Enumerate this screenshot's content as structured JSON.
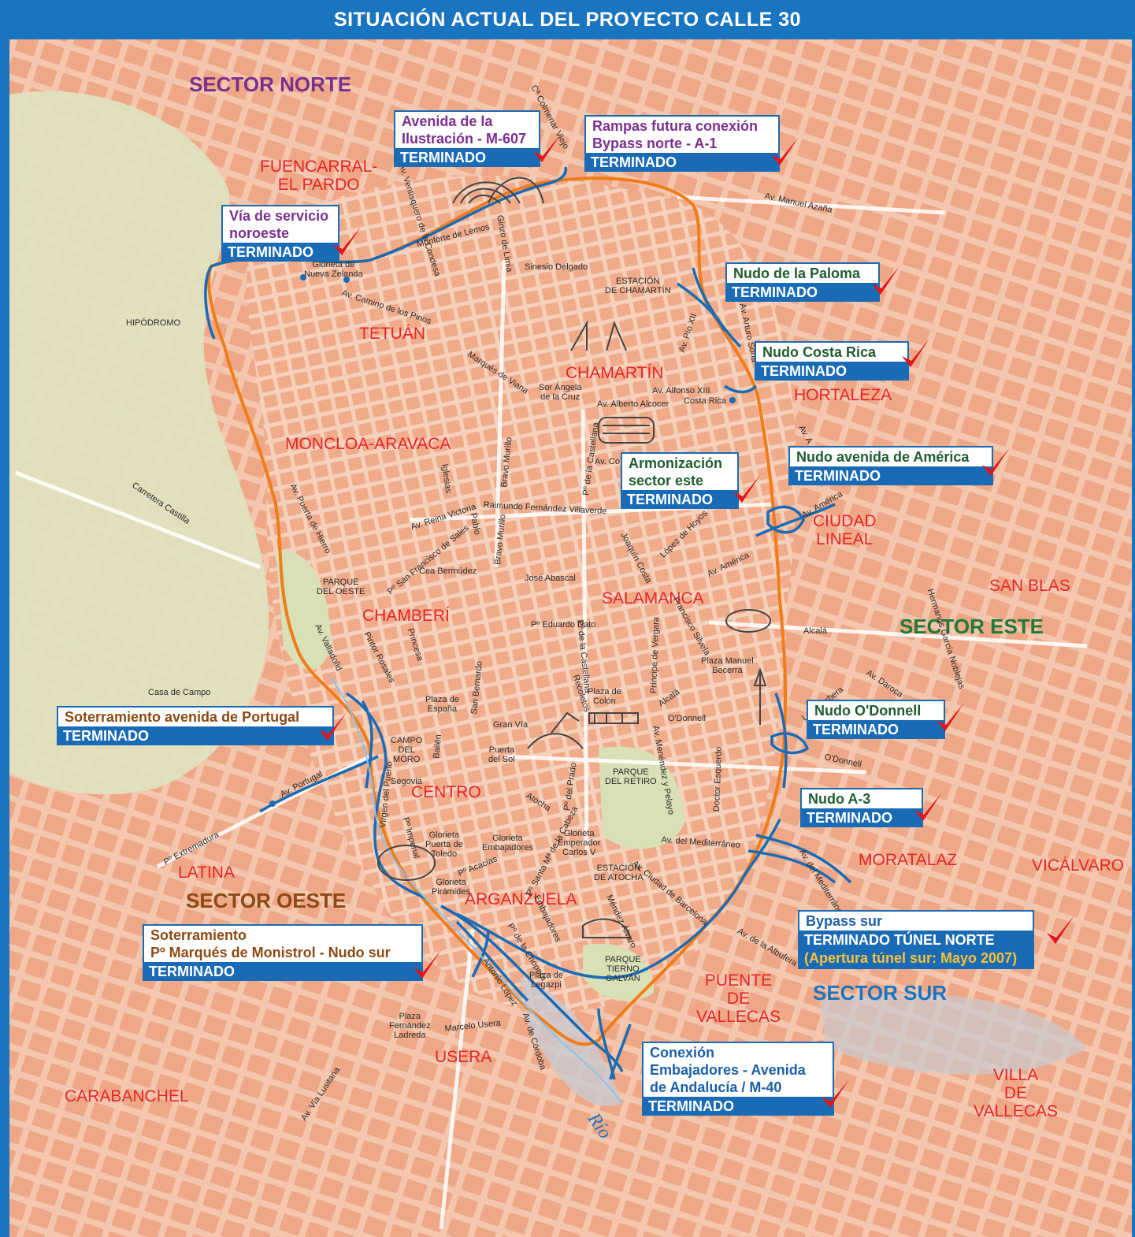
{
  "header": {
    "title": "SITUACIÓN ACTUAL DEL PROYECTO CALLE 30"
  },
  "colors": {
    "header_bg": "#1a75c0",
    "map_bg": "#f3c6ad",
    "block": "#efa887",
    "park": "#dfe3c1",
    "ring_orange": "#f07c1a",
    "ring_blue": "#1a6bb5",
    "district_red": "#e5262a",
    "sector_norte": "#7a2f8f",
    "sector_este": "#1f7a38",
    "sector_oeste": "#8b4a14",
    "sector_sur": "#1a75c0",
    "check_red": "#e3151b"
  },
  "sectors": {
    "norte": "SECTOR NORTE",
    "este": "SECTOR ESTE",
    "oeste": "SECTOR OESTE",
    "sur": "SECTOR SUR"
  },
  "districts": {
    "fuencarral": "FUENCARRAL-",
    "fuencarral2": "EL PARDO",
    "tetuan": "TETUÁN",
    "chamartin": "CHAMARTÍN",
    "hortaleza": "HORTALEZA",
    "moncloa": "MONCLOA-ARAVACA",
    "ciudad_lineal": "CIUDAD",
    "ciudad_lineal2": "LINEAL",
    "salamanca": "SALAMANCA",
    "chamberi": "CHAMBERÍ",
    "san_blas": "SAN BLAS",
    "centro": "CENTRO",
    "moratalaz": "MORATALAZ",
    "vicalvaro": "VICÁLVARO",
    "latina": "LATINA",
    "arganzuela": "ARGANZUELA",
    "puente_vallecas": "PUENTE",
    "puente_vallecas2": "DE",
    "puente_vallecas3": "VALLECAS",
    "usera": "USERA",
    "carabanchel": "CARABANCHEL",
    "villa_vallecas": "VILLA",
    "villa_vallecas2": "DE",
    "villa_vallecas3": "VALLECAS"
  },
  "places": {
    "hipodromo": "HIPÓDROMO",
    "estacion_chamartin": "ESTACIÓN",
    "estacion_chamartin2": "DE CHAMARTÍN",
    "parque_oeste": "PARQUE",
    "parque_oeste2": "DEL OESTE",
    "casa_campo": "Casa de Campo",
    "campo_moro": "CAMPO",
    "campo_moro2": "DEL",
    "campo_moro3": "MORO",
    "parque_retiro": "PARQUE",
    "parque_retiro2": "DEL RETIRO",
    "estacion_atocha": "ESTACIÓN",
    "estacion_atocha2": "DE ATOCHA",
    "parque_tierno": "PARQUE",
    "parque_tierno2": "TIERNO",
    "parque_tierno3": "GALVÁN",
    "plaza_espana": "Plaza de",
    "plaza_espana2": "España",
    "plaza_colon": "Plaza de",
    "plaza_colon2": "Colón",
    "puerta_sol": "Puerta",
    "puerta_sol2": "del Sol",
    "plaza_manuel_becerra": "Plaza Manuel",
    "plaza_manuel_becerra2": "Becerra",
    "glorieta_toledo": "Glorieta",
    "glorieta_toledo2": "Puerta de",
    "glorieta_toledo3": "Toledo",
    "glorieta_embajadores": "Glorieta",
    "glorieta_embajadores2": "Embajadores",
    "glorieta_carlos": "Glorieta",
    "glorieta_carlos2": "Emperador",
    "glorieta_carlos3": "Carlos V",
    "glorieta_piramides": "Glorieta",
    "glorieta_piramides2": "Pirámides",
    "plaza_legazpi": "Plaza de",
    "plaza_legazpi2": "Legazpi",
    "plaza_fernandez": "Plaza",
    "plaza_fernandez2": "Fernández",
    "plaza_fernandez3": "Ladreda",
    "glorieta_nz": "Glorieta de",
    "glorieta_nz2": "Nueva Zelanda",
    "rio": "Río"
  },
  "streets": {
    "colmenar": "Cª Colmenar Viejo",
    "ventisquero": "Av. Ventisquero de la Condesa",
    "monforte": "Monforte de Lemos",
    "ginzo": "Ginzo de Limia",
    "sinesio": "Sinesio Delgado",
    "manuel_azana": "Av. Manuel Azaña",
    "camino_pinos": "Av. Camino de los Pinos",
    "pio_xii": "Av. Pío XII",
    "arturo_soria": "Av. Arturo Soria",
    "marques_viana": "Marqués de Viana",
    "sor_angela": "Sor Ángela",
    "sor_angela2": "de la Cruz",
    "alfonso_xiii": "Av. Alfonso XIII",
    "alberto_alcocer": "Av. Alberto Alcocer",
    "costa_rica": "Costa Rica",
    "castellana": "Pº de la Castellana",
    "castellana2": "Pº de la Castellana",
    "av_concha": "Av. Co",
    "av_a": "Av. A",
    "iglesias": "Iglesias",
    "bravo_murillo": "Bravo Murillo",
    "bravo_murillo2": "Bravo Murillo",
    "carretera_castilla": "Carretera Castilla",
    "puerta_hierro": "Av. Puerta de Hierro",
    "reina_victoria": "Av. Reina Victoria",
    "raimundo": "Raimundo Fernández Villaverde",
    "pablo": "Pablo",
    "joaquin_costa": "Joaquín Costa",
    "lopez_hoyos": "López de Hoyos",
    "av_america": "Av. América",
    "av_america2": "Av. América",
    "san_francisco_sales": "Pº San Francisco de Sales",
    "cea_bermudez": "Cea Bermúdez",
    "jose_abascal": "José Abascal",
    "eduardo_dato": "Pº Eduardo Dato",
    "francisco_silvela": "Francisco Silvela",
    "alcala": "Alcalá",
    "alcala2": "Alcalá",
    "hermanos_garcia": "Hermanos García Noblejas",
    "valladolid": "Av. Valladolid",
    "pintor_rosales": "Pintor Rosales",
    "princesa": "Princesa",
    "san_bernardo": "San Bernardo",
    "principe_vergara": "Príncipe de Vergara",
    "recoletos": "Recoletos",
    "luis_corbera": "Luis Corbera",
    "daroca": "Av. Daroca",
    "odonnell": "O'Donnell",
    "odonnell2": "O'Donnell",
    "gran_via": "Gran Vía",
    "bailen": "Bailén",
    "segovia": "Segovia",
    "av_portugal": "Av. Portugal",
    "virgen_puerto": "Virgen del Puerto",
    "atocha": "Atocha",
    "pº_prado": "Pº del Prado",
    "menendez_pelayo": "Av. Menéndez y Pelayo",
    "doctor_esquerdo": "Doctor Esquerdo",
    "mediterraneo": "Av. del Mediterráneo",
    "mediterraneo2": "Av. del Mediterráneo",
    "extremadura": "Pº Extremadura",
    "imperial": "Pº Imperial",
    "acacias": "Pº Acacias",
    "santa_maria": "Pº Santa Mª de la Cabeza",
    "embajadores": "Embajadores",
    "ciudad_barcelona": "Av. Ciudad de Barcelona",
    "mendez_alvaro": "Méndez Álvaro",
    "albufera": "Av. de la Albufera",
    "chopera": "Pº de la Chopera",
    "antonio_lopez": "Antonio López",
    "marcelo_usera": "Marcelo Usera",
    "av_cordoba": "Av. de Córdoba",
    "via_lusitana": "Av. Vía Lusitana"
  },
  "boxes": {
    "ilustracion": {
      "title1": "Avenida de la",
      "title2": "Ilustración - M-607",
      "status": "TERMINADO"
    },
    "rampas": {
      "title1": "Rampas futura conexión",
      "title2": "Bypass norte - A-1",
      "status": "TERMINADO"
    },
    "via_servicio": {
      "title1": "Vía de servicio",
      "title2": "noroeste",
      "status": "TERMINADO"
    },
    "paloma": {
      "title1": "Nudo de la Paloma",
      "status": "TERMINADO"
    },
    "costa_rica": {
      "title1": "Nudo Costa Rica",
      "status": "TERMINADO"
    },
    "america": {
      "title1": "Nudo avenida de América",
      "status": "TERMINADO"
    },
    "armonizacion": {
      "title1": "Armonización",
      "title2": "sector este",
      "status": "TERMINADO"
    },
    "portugal": {
      "title1": "Soterramiento avenida de Portugal",
      "status": "TERMINADO"
    },
    "odonnell": {
      "title1": "Nudo O'Donnell",
      "status": "TERMINADO"
    },
    "a3": {
      "title1": "Nudo A-3",
      "status": "TERMINADO"
    },
    "bypass_sur": {
      "title1": "Bypass sur",
      "status": "TERMINADO TÚNEL NORTE",
      "note": "(Apertura túnel sur: Mayo 2007)"
    },
    "monistrol": {
      "title1": "Soterramiento",
      "title2": "Pº Marqués de Monistrol - Nudo sur",
      "status": "TERMINADO"
    },
    "embajadores": {
      "title1": "Conexión",
      "title2": "Embajadores - Avenida",
      "title3": "de Andalucía / M-40",
      "status": "TERMINADO"
    }
  }
}
